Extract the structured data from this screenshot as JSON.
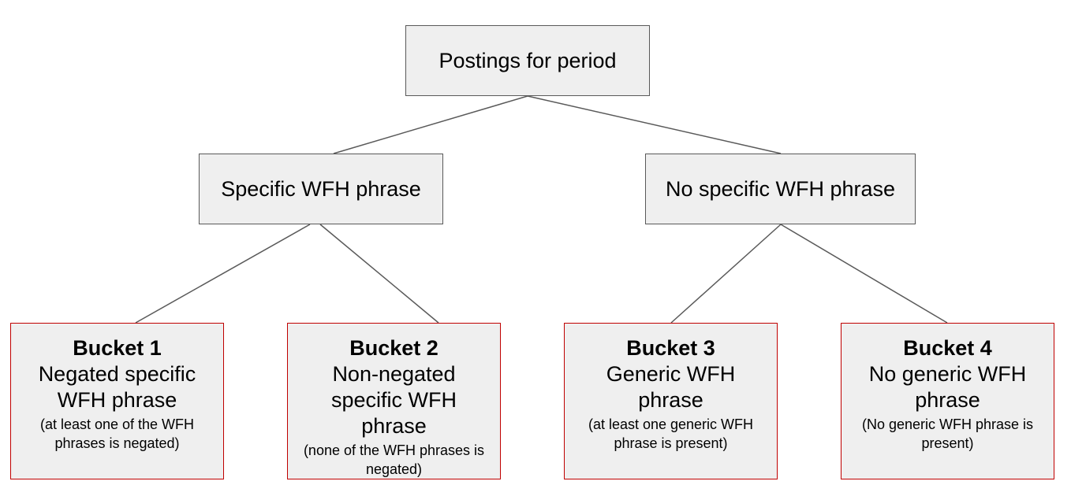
{
  "tree": {
    "root": {
      "label": "Postings for period"
    },
    "left": {
      "label": "Specific WFH phrase"
    },
    "right": {
      "label": "No specific WFH phrase"
    },
    "buckets": [
      {
        "title": "Bucket 1",
        "description": "Negated specific WFH phrase",
        "note": "(at least one of the WFH phrases is negated)"
      },
      {
        "title": "Bucket 2",
        "description": "Non-negated specific WFH phrase",
        "note": "(none of the WFH phrases is negated)"
      },
      {
        "title": "Bucket 3",
        "description": "Generic WFH phrase",
        "note": "(at least one generic WFH phrase is present)"
      },
      {
        "title": "Bucket 4",
        "description": "No generic WFH phrase",
        "note": "(No generic WFH phrase is present)"
      }
    ]
  },
  "colors": {
    "node_fill": "#efefef",
    "node_border": "#595959",
    "bucket_border": "#c00000",
    "connector": "#595959"
  }
}
